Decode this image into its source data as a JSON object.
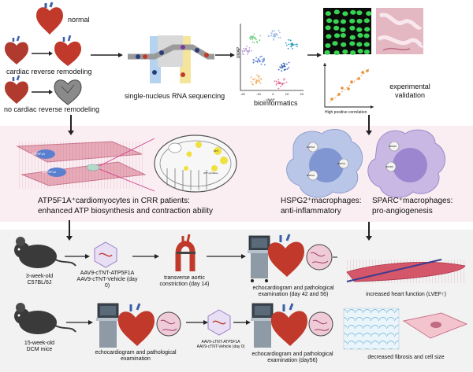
{
  "top_row": {
    "hearts": {
      "normal": "normal",
      "reverse": "cardiac reverse remodeling",
      "no_reverse": "no cardiac reverse remodeling"
    },
    "sequencing": "single-nucleus RNA sequencing",
    "bioinformatics": "bioinformatics",
    "umap_axis": "UMAP",
    "umap_ticks_x": [
      "-20",
      "-10",
      "0",
      "10",
      "20"
    ],
    "validation": "experimental\nvalidation",
    "correlation": "High positive correlation"
  },
  "middle_row": {
    "cardiomyocyte_label": "ATP5F1A",
    "mito_label_1": "ATP",
    "mito_label_2": "ATP synthase",
    "cardiomyocyte_title": "ATP5F1A⁺cardiomyocytes in CRR patients:\nenhanced ATP biosynthesis and contraction ability",
    "hspg2_marker": "HSPG2",
    "sparc_marker": "SPARC",
    "hspg2_title": "HSPG2⁺macrophages:\nanti-inflammatory",
    "sparc_title": "SPARC⁺macrophages:\npro-angiogenesis"
  },
  "experiment_1": {
    "mouse": "3-week-old\nC57BL/6J",
    "aav": "AAV9-cTNT-ATP5F1A\nAAV9-cTNT-Vehicle (day 0)",
    "tac": "transverse aortic\nconstriction (day 14)",
    "echo": "echocardiogram and pathological\nexamination (day 42 and 56)",
    "outcome": "increased heart function (LVEF↑)"
  },
  "experiment_2": {
    "mouse": "15-week-old\nDCM mice",
    "echo_1": "echocardiogram and pathological\nexamination",
    "aav": "AAV9-cTNT-ATP5F1A\nAAV9-cTNT-Vehicle (day 0)",
    "echo_2": "echocardiogram and pathological\nexamination (day56)",
    "outcome": "decreased fibrosis and cell size"
  },
  "colors": {
    "heart_red": "#c0392b",
    "mid_band": "#fbeef3",
    "cardio_pink": "#e7aab8",
    "mito_outline": "#555555",
    "marker_yellow": "#f0e040",
    "macrophage_blue": "#b9c6e8",
    "macrophage_purple": "#c9b8e4",
    "bottom_band": "#f1f1f1",
    "scatter_orange": "#e8903a",
    "cell_green": "#39d353"
  },
  "icons": [
    "heart-icon",
    "sequencer-icon",
    "umap-plot",
    "microscopy-icon",
    "cardiomyocyte-icon",
    "mitochondrion-icon",
    "macrophage-icon",
    "mouse-icon",
    "virus-icon",
    "aorta-icon",
    "ultrasound-icon",
    "histology-icon"
  ]
}
